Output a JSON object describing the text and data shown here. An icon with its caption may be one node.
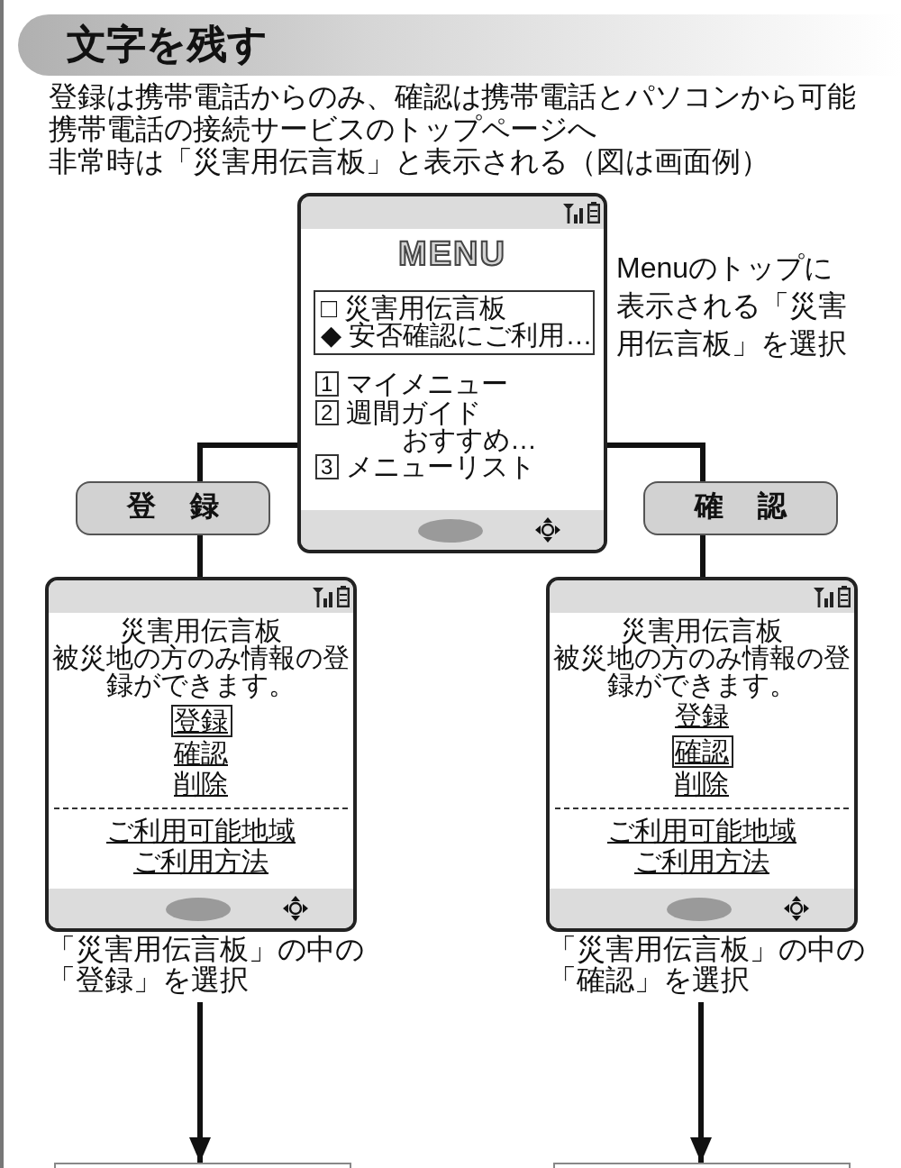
{
  "diagram": {
    "title": "文字を残す",
    "nodes": [
      {
        "text": [
          "MENU",
          "1 マイメニュー",
          "2 週間ガイド",
          "おすすめ…",
          "3 メニューリスト"
        ],
        "beside": [
          "Menuのトップに表示される「災害用伝言板」を選択"
        ]
      },
      {
        "text": [
          "□ 災害用伝言板",
          "◆ 安否確認にご利用…"
        ],
        "in": 0
      },
      {
        "text": [
          "登録"
        ]
      },
      {
        "text": [
          "確認"
        ]
      },
      {
        "text": [
          "災害用伝言板",
          "被災地の方のみ情報の登録ができます。",
          "確認",
          "削除",
          "ご利用可能地域",
          "ご利用方法"
        ],
        "beside": [
          "「災害用伝言板」の中の「登録」を選択"
        ]
      },
      {
        "text": [
          "登録"
        ],
        "in": 4
      },
      {
        "text": [
          "災害用伝言板",
          "被災地の方のみ情報の登録ができます。",
          "登録",
          "削除",
          "ご利用可能地域",
          "ご利用方法"
        ],
        "beside": [
          "「災害用伝言板」の中の「確認」を選択"
        ]
      },
      {
        "text": [
          "確認"
        ],
        "in": 6
      },
      {
        "text": [],
        "shape": "box"
      },
      {
        "text": [],
        "shape": "box"
      }
    ],
    "edges": [
      {
        "from": 0,
        "to": 2,
        "arrow": "none"
      },
      {
        "from": 0,
        "to": 3,
        "arrow": "none"
      },
      {
        "from": 2,
        "to": 4,
        "arrow": "none"
      },
      {
        "from": 3,
        "to": 6,
        "arrow": "none"
      },
      {
        "from": 4,
        "to": 8,
        "arrow": "to"
      },
      {
        "from": 6,
        "to": 9,
        "arrow": "to"
      }
    ],
    "labels": [
      "登録は携帯電話からのみ、確認は携帯電話とパソコンから可能",
      "携帯電話の接続サービスのトップページへ",
      "非常時は「災害用伝言板」と表示される（図は画面例）"
    ]
  }
}
